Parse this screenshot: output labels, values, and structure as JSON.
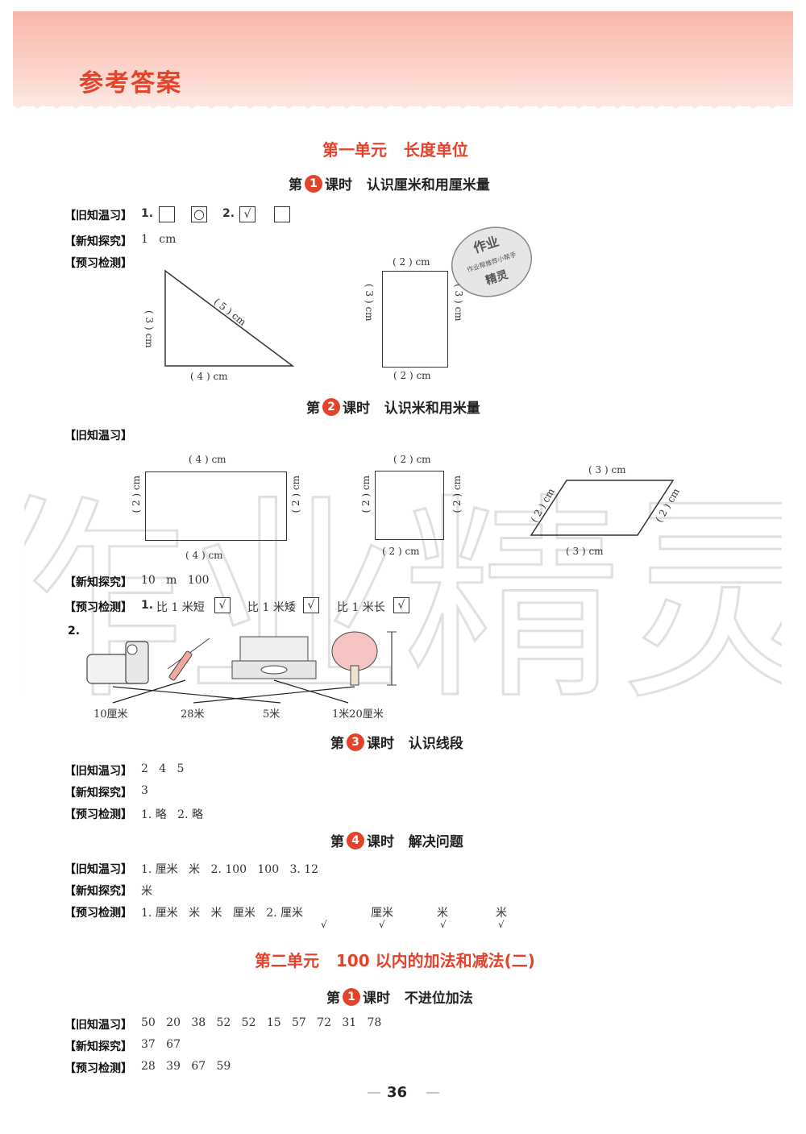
{
  "header": {
    "title": "参考答案"
  },
  "unit1": {
    "title": "第一单元   长度单位",
    "lesson1": {
      "prefix": "第",
      "num": "1",
      "title": "课时   认识厘米和用厘米量",
      "row1_label": "【旧知温习】",
      "row1_n1": "1.",
      "row1_n2": "2.",
      "row1_circle": "○",
      "row1_check": "√",
      "row2_label": "【新知探究】",
      "row2_ans": "1   cm",
      "row3_label": "【预习检测】",
      "tri_left": "( 3 ) cm",
      "tri_hyp": "( 5 ) cm",
      "tri_bottom": "( 4 ) cm",
      "rect_top": "( 2 ) cm",
      "rect_left": "( 3 ) cm",
      "rect_right": "( 3 ) cm",
      "rect_bottom": "( 2 ) cm"
    },
    "lesson2": {
      "prefix": "第",
      "num": "2",
      "title": "课时   认识米和用米量",
      "row1_label": "【旧知温习】",
      "r1_top": "( 4 ) cm",
      "r1_bottom": "( 4 ) cm",
      "r1_left": "( 2 ) cm",
      "r1_right": "( 2 ) cm",
      "sq_top": "( 2 ) cm",
      "sq_bottom": "( 2 ) cm",
      "sq_left": "( 2 ) cm",
      "sq_right": "( 2 ) cm",
      "pg_top": "( 3 ) cm",
      "pg_bottom": "( 3 ) cm",
      "pg_left": "( 2 ) cm",
      "pg_right": "( 2 ) cm",
      "row2_label": "【新知探究】",
      "row2_ans": "10   m   100",
      "row3_label": "【预习检测】",
      "row3_n1": "1.",
      "opt1": "比 1 米短",
      "opt2": "比 1 米矮",
      "opt3": "比 1 米长",
      "check": "√",
      "q2": "2.",
      "match": [
        "10厘米",
        "28米",
        "5米",
        "1米20厘米"
      ]
    },
    "lesson3": {
      "prefix": "第",
      "num": "3",
      "title": "课时   认识线段",
      "row1_label": "【旧知温习】",
      "row1_ans": "2   4   5",
      "row2_label": "【新知探究】",
      "row2_ans": "3",
      "row3_label": "【预习检测】",
      "row3_ans": "1. 略   2. 略"
    },
    "lesson4": {
      "prefix": "第",
      "num": "4",
      "title": "课时   解决问题",
      "row1_label": "【旧知温习】",
      "row1_ans": "1. 厘米   米   2. 100   100   3. 12",
      "row2_label": "【新知探究】",
      "row2_ans": "米",
      "row3_label": "【预习检测】",
      "row3_ans": "1. 厘米   米   米   厘米   2. 厘米",
      "row3_opts": [
        "厘米",
        "米",
        "米"
      ],
      "row3_check": "√"
    }
  },
  "unit2": {
    "title": "第二单元   100 以内的加法和减法(二)",
    "lesson1": {
      "prefix": "第",
      "num": "1",
      "title": "课时   不进位加法",
      "row1_label": "【旧知温习】",
      "row1_ans": "50   20   38   52   52   15   57   72   31   78",
      "row2_label": "【新知探究】",
      "row2_ans": "37   67",
      "row3_label": "【预习检测】",
      "row3_ans": "28   39   67   59"
    }
  },
  "stamp": {
    "line1": "作业",
    "line2": "作业帮推荐小帮手",
    "line3": "精灵"
  },
  "watermark": "作业精灵",
  "page_number": "36",
  "colors": {
    "accent": "#e3432b",
    "header_bg": "#fbc9bd"
  }
}
